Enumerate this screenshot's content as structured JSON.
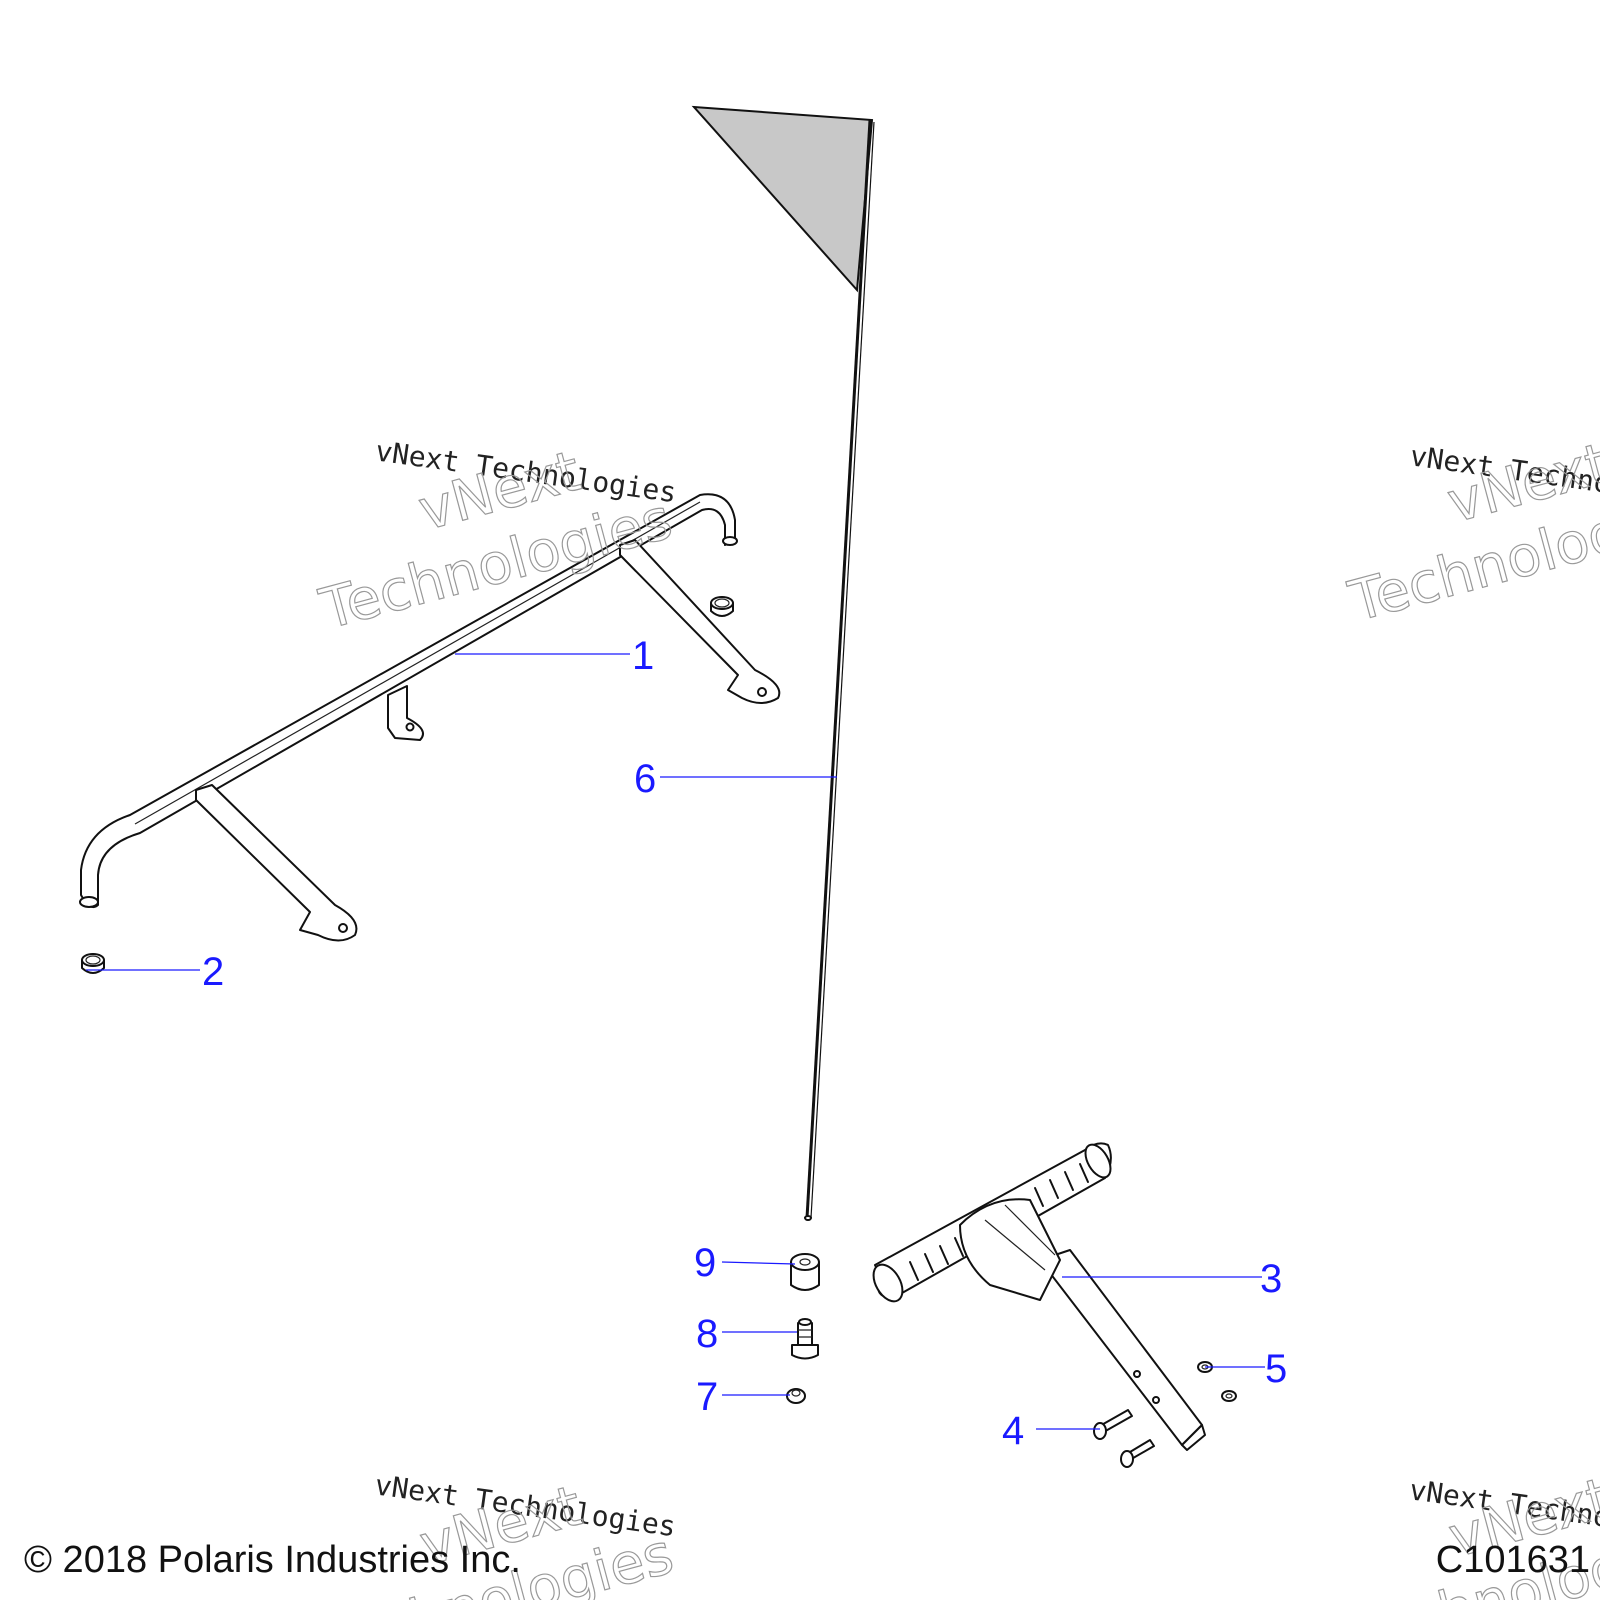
{
  "callouts": {
    "c1": "1",
    "c2": "2",
    "c3": "3",
    "c4": "4",
    "c5": "5",
    "c6": "6",
    "c7": "7",
    "c8": "8",
    "c9": "9"
  },
  "watermark": {
    "line1": "vNext Technologies",
    "big1": "vNext",
    "big2": "Technologies"
  },
  "footer": {
    "copyright": "© 2018 Polaris Industries Inc.",
    "diagram_id": "C101631"
  },
  "colors": {
    "callout": "#1a1aff",
    "flag": "#c8c8c8"
  }
}
